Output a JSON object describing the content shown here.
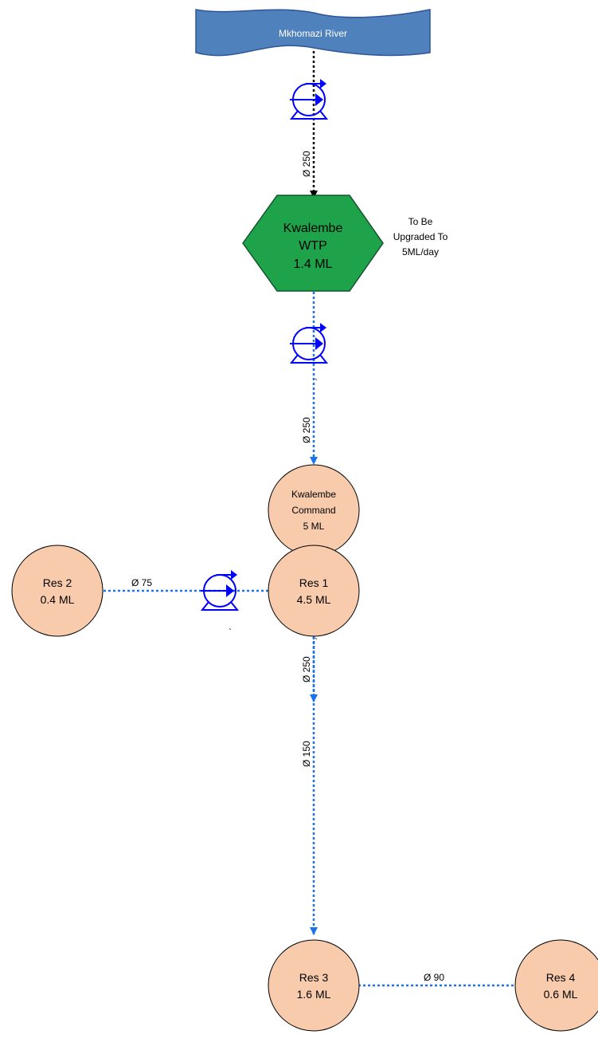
{
  "river": {
    "label": "Mkhomazi River"
  },
  "wtp": {
    "line1": "Kwalembe",
    "line2": "WTP",
    "line3": "1.4 ML",
    "note_line1": "To Be",
    "note_line2": "Upgraded To",
    "note_line3": "5ML/day"
  },
  "command": {
    "line1": "Kwalembe",
    "line2": "Command",
    "line3": "5 ML"
  },
  "res1": {
    "name": "Res 1",
    "volume": "4.5 ML"
  },
  "res2": {
    "name": "Res 2",
    "volume": "0.4 ML"
  },
  "res3": {
    "name": "Res 3",
    "volume": "1.6 ML"
  },
  "res4": {
    "name": "Res 4",
    "volume": "0.6 ML"
  },
  "pipes": {
    "river_to_wtp": "Ø 250",
    "wtp_to_command": "Ø 250",
    "command_to_res1": "Ø 250",
    "res1_to_res2": "Ø 75",
    "res1_to_res3": "Ø 150",
    "res3_to_res4": "Ø 90"
  },
  "marks": {
    "backtick_1": "`",
    "backtick_2": "`",
    "backtick_3": "`"
  },
  "colors": {
    "river_fill": "#4f81bd",
    "wtp_fill": "#1fa34a",
    "reservoir_fill": "#f8cbad",
    "pipe_black": "#000000",
    "pipe_blue": "#1a73e8",
    "pump": "#0000ff"
  }
}
